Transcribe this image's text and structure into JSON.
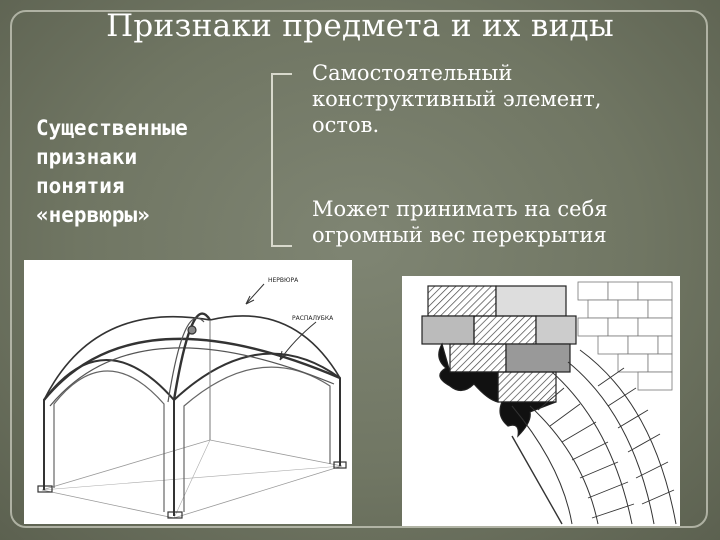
{
  "slide": {
    "title": "Признаки предмета и их виды",
    "left_label": {
      "lines": [
        "Существенные",
        "признаки",
        "понятия",
        "«нервюры»"
      ]
    },
    "features": [
      {
        "lines": [
          "Самостоятельный",
          "конструктивный элемент,",
          "остов."
        ]
      },
      {
        "lines": [
          "Может принимать на себя",
          "огромный вес перекрытия"
        ]
      }
    ]
  },
  "figure_vault": {
    "callouts": [
      "НЕРВЮРА",
      "РАСПАЛУБКА"
    ]
  },
  "colors": {
    "background": "#707663",
    "text": "#ffffff",
    "frame": "#c9cbbd"
  }
}
